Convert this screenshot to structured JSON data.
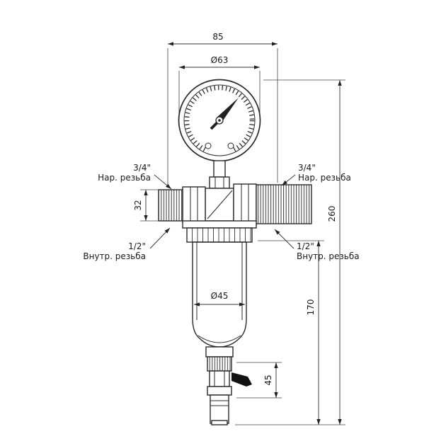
{
  "dims": {
    "width_top": "85",
    "gauge_diameter": "Ø63",
    "thread_height": "32",
    "bowl_diameter": "Ø45",
    "total_height": "260",
    "lower_height": "170",
    "valve_height": "45"
  },
  "labels": {
    "left_top_size": "3/4\"",
    "left_top_type": "Нар. резьба",
    "right_top_size": "3/4\"",
    "right_top_type": "Нар. резьба",
    "left_bottom_size": "1/2\"",
    "left_bottom_type": "Внутр. резьба",
    "right_bottom_size": "1/2\"",
    "right_bottom_type": "Внутр. резьба"
  }
}
